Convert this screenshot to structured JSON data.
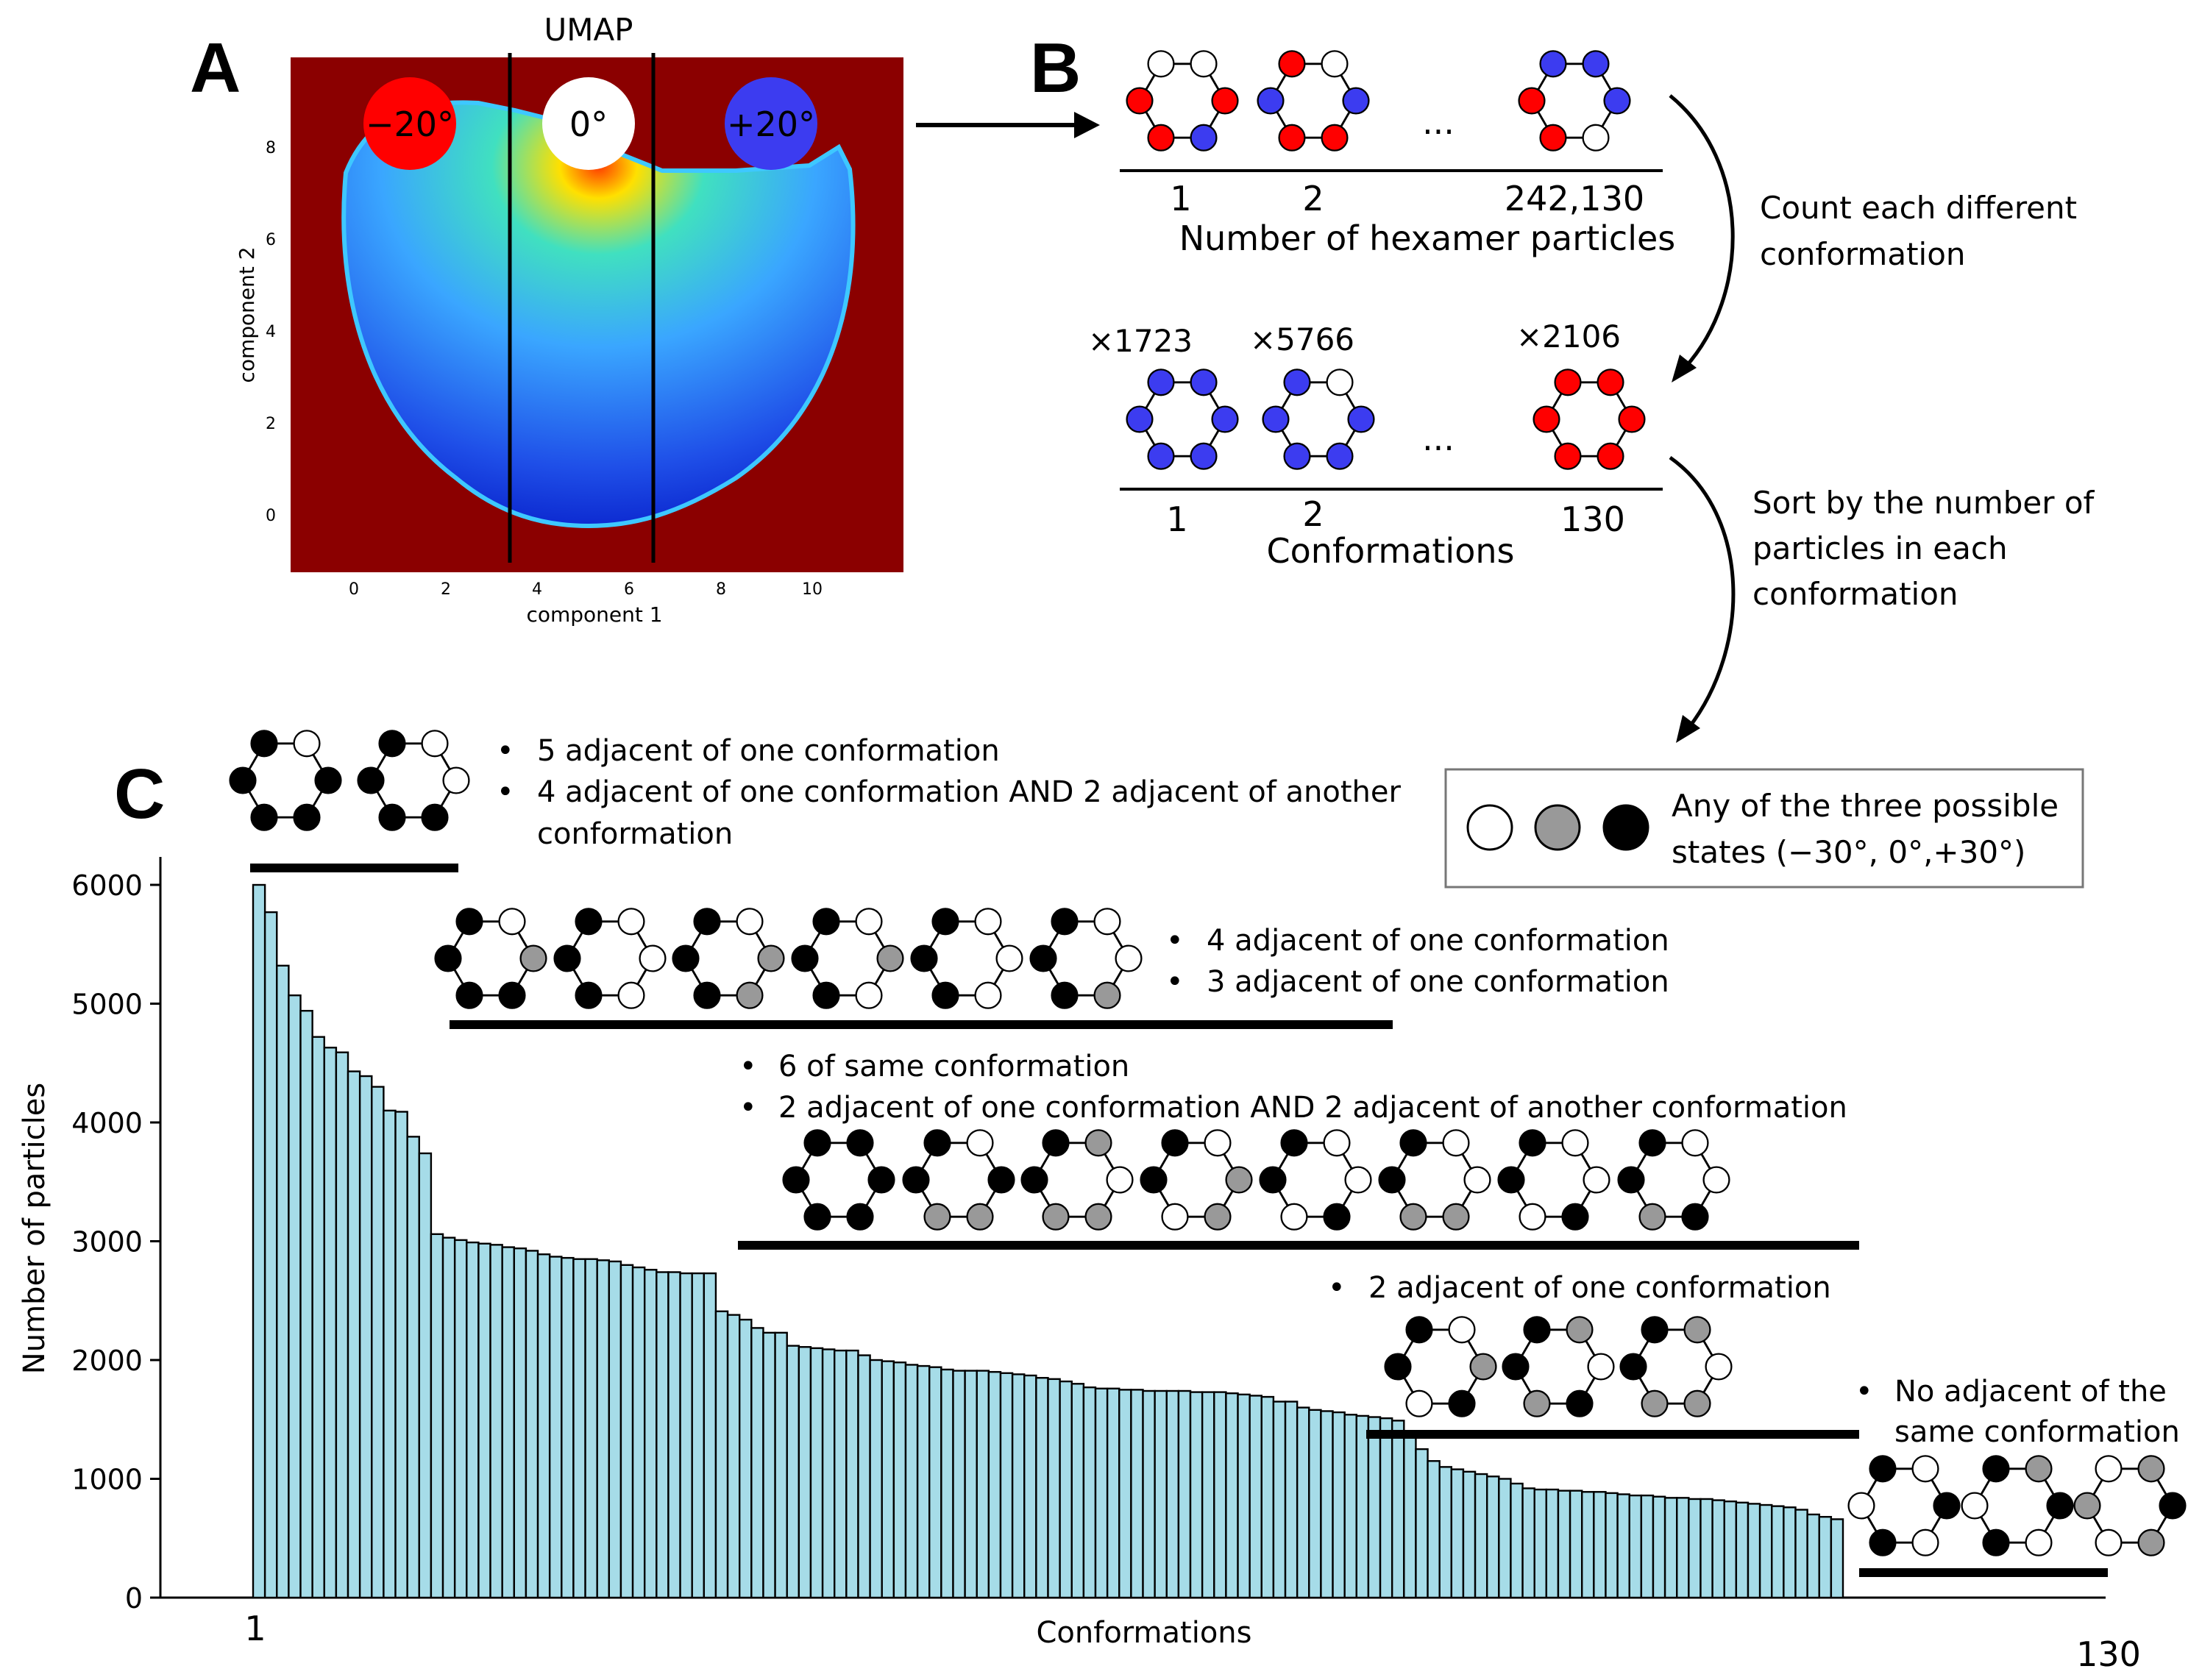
{
  "panel_labels": {
    "a": "A",
    "b": "B",
    "c": "C"
  },
  "colors": {
    "red": "#ff0000",
    "blue": "#3c3cf0",
    "gray": "#999999",
    "bar_fill": "#a6dce8",
    "heat_bg": "#8b0000"
  },
  "panel_a": {
    "title": "UMAP",
    "xlabel": "component 1",
    "ylabel": "component 2",
    "xticks": [
      "0",
      "2",
      "4",
      "6",
      "8",
      "10"
    ],
    "yticks": [
      "0",
      "2",
      "4",
      "6",
      "8"
    ],
    "state_labels": [
      "−20°",
      "0°",
      "+20°"
    ]
  },
  "panel_b": {
    "top_indices": [
      "1",
      "2",
      "242,130"
    ],
    "top_caption": "Number of hexamer particles",
    "ellipsis": "...",
    "counts": [
      "×1723",
      "×5766",
      "×2106"
    ],
    "bottom_indices": [
      "1",
      "2",
      "130"
    ],
    "bottom_caption": "Conformations",
    "step1": [
      "Count each different",
      "conformation"
    ],
    "step2": [
      "Sort by the number of",
      "particles in each",
      "conformation"
    ],
    "hexamers_top": [
      [
        "white",
        "white",
        "red",
        "blue",
        "red",
        "red"
      ],
      [
        "red",
        "white",
        "blue",
        "red",
        "red",
        "blue"
      ],
      [
        "blue",
        "blue",
        "blue",
        "white",
        "red",
        "red"
      ]
    ],
    "hexamers_bottom": [
      [
        "blue",
        "blue",
        "blue",
        "blue",
        "blue",
        "blue"
      ],
      [
        "blue",
        "white",
        "blue",
        "blue",
        "blue",
        "blue"
      ],
      [
        "red",
        "red",
        "red",
        "red",
        "red",
        "red"
      ]
    ]
  },
  "legend": {
    "text_line1": "Any of the three possible",
    "text_line2": "states (−30°, 0°,+30°)"
  },
  "groups": [
    {
      "bullets": [
        "5 adjacent of one conformation",
        "4 adjacent of one conformation AND 2 adjacent of another",
        "conformation"
      ],
      "hexamers": [
        [
          "black",
          "white",
          "black",
          "black",
          "black",
          "black"
        ],
        [
          "black",
          "white",
          "white",
          "black",
          "black",
          "black"
        ]
      ]
    },
    {
      "bullets": [
        "4 adjacent of one conformation",
        "3 adjacent of one conformation"
      ],
      "hexamers": [
        [
          "black",
          "white",
          "gray",
          "black",
          "black",
          "black"
        ],
        [
          "black",
          "white",
          "white",
          "white",
          "black",
          "black"
        ],
        [
          "black",
          "white",
          "gray",
          "gray",
          "black",
          "black"
        ],
        [
          "black",
          "white",
          "gray",
          "white",
          "black",
          "black"
        ],
        [
          "black",
          "white",
          "white",
          "white",
          "black",
          "black"
        ],
        [
          "black",
          "white",
          "white",
          "gray",
          "black",
          "black"
        ]
      ]
    },
    {
      "bullets": [
        "6 of same conformation",
        "2 adjacent of one conformation AND 2 adjacent of another conformation"
      ],
      "hexamers": [
        [
          "black",
          "black",
          "black",
          "black",
          "black",
          "black"
        ],
        [
          "black",
          "white",
          "black",
          "gray",
          "gray",
          "black"
        ],
        [
          "black",
          "gray",
          "white",
          "gray",
          "gray",
          "black"
        ],
        [
          "black",
          "white",
          "gray",
          "gray",
          "white",
          "black"
        ],
        [
          "black",
          "white",
          "white",
          "black",
          "white",
          "black"
        ],
        [
          "black",
          "white",
          "white",
          "gray",
          "gray",
          "black"
        ],
        [
          "black",
          "white",
          "white",
          "black",
          "white",
          "black"
        ],
        [
          "black",
          "white",
          "white",
          "black",
          "gray",
          "black"
        ]
      ]
    },
    {
      "bullets": [
        "2 adjacent of one conformation"
      ],
      "hexamers": [
        [
          "black",
          "white",
          "gray",
          "black",
          "white",
          "black"
        ],
        [
          "black",
          "gray",
          "white",
          "black",
          "gray",
          "black"
        ],
        [
          "black",
          "gray",
          "white",
          "gray",
          "gray",
          "black"
        ]
      ]
    },
    {
      "bullets": [
        "No adjacent of the",
        "same conformation"
      ],
      "hexamers": [
        [
          "black",
          "white",
          "black",
          "white",
          "black",
          "white"
        ],
        [
          "black",
          "gray",
          "black",
          "white",
          "black",
          "white"
        ],
        [
          "white",
          "gray",
          "black",
          "gray",
          "white",
          "gray"
        ]
      ]
    }
  ],
  "chart_data": {
    "type": "bar",
    "xlabel": "Conformations",
    "ylabel": "Number of particles",
    "ylim": [
      0,
      6000
    ],
    "yticks": [
      0,
      1000,
      2000,
      3000,
      4000,
      5000,
      6000
    ],
    "x_first_label": "1",
    "x_last_label": "130",
    "values": [
      6000,
      5770,
      5320,
      5070,
      4940,
      4720,
      4630,
      4590,
      4430,
      4390,
      4300,
      4100,
      4090,
      3880,
      3740,
      3060,
      3030,
      3010,
      2990,
      2980,
      2970,
      2950,
      2940,
      2920,
      2890,
      2870,
      2860,
      2850,
      2850,
      2840,
      2830,
      2800,
      2780,
      2760,
      2740,
      2740,
      2730,
      2730,
      2730,
      2410,
      2380,
      2340,
      2270,
      2230,
      2230,
      2120,
      2110,
      2100,
      2090,
      2080,
      2080,
      2040,
      2000,
      1990,
      1980,
      1960,
      1950,
      1940,
      1920,
      1910,
      1910,
      1910,
      1900,
      1890,
      1880,
      1870,
      1850,
      1840,
      1820,
      1800,
      1770,
      1760,
      1760,
      1750,
      1750,
      1740,
      1740,
      1740,
      1740,
      1730,
      1730,
      1730,
      1720,
      1710,
      1700,
      1690,
      1650,
      1650,
      1600,
      1580,
      1570,
      1560,
      1540,
      1530,
      1520,
      1510,
      1490,
      1360,
      1250,
      1150,
      1100,
      1080,
      1060,
      1040,
      1020,
      1000,
      960,
      920,
      910,
      910,
      900,
      900,
      890,
      890,
      880,
      870,
      860,
      860,
      850,
      840,
      840,
      830,
      830,
      820,
      810,
      800,
      790,
      780,
      770,
      760,
      740,
      700,
      680,
      660
    ]
  }
}
